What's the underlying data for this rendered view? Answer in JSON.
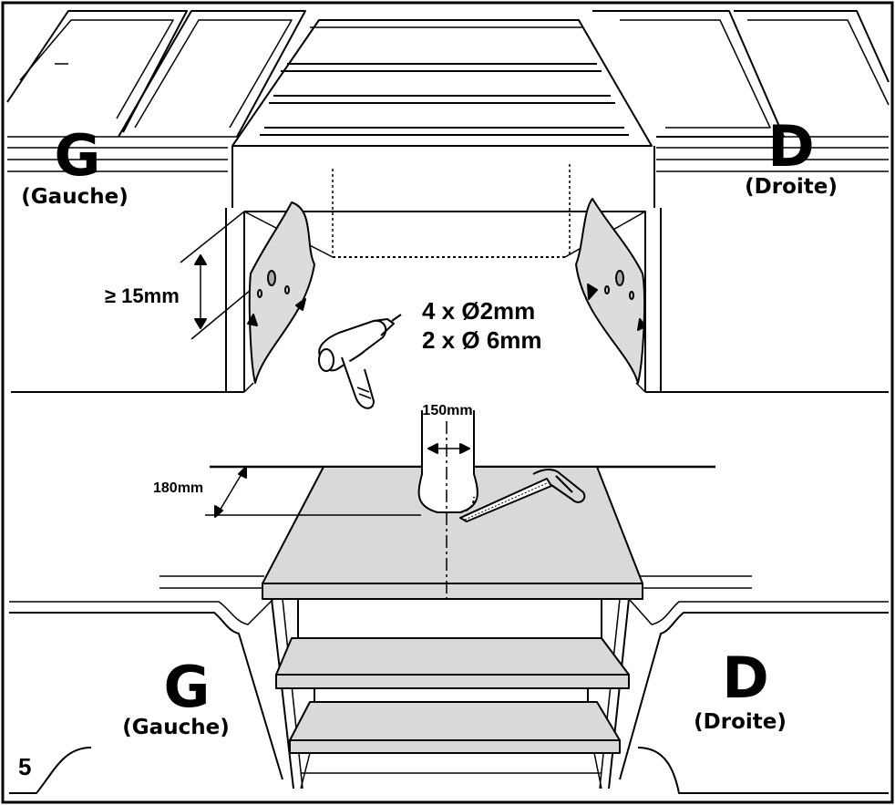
{
  "figure_number": "5",
  "top": {
    "left_letter": "G",
    "left_name": "(Gauche)",
    "right_letter": "D",
    "right_name": "(Droite)",
    "gap_label": "≥ 15mm",
    "drill_line1": "4 x Ø2mm",
    "drill_line2": "2 x Ø 6mm"
  },
  "bottom": {
    "left_letter": "G",
    "left_name": "(Gauche)",
    "right_letter": "D",
    "right_name": "(Droite)",
    "width_label": "150mm",
    "depth_label": "180mm"
  }
}
